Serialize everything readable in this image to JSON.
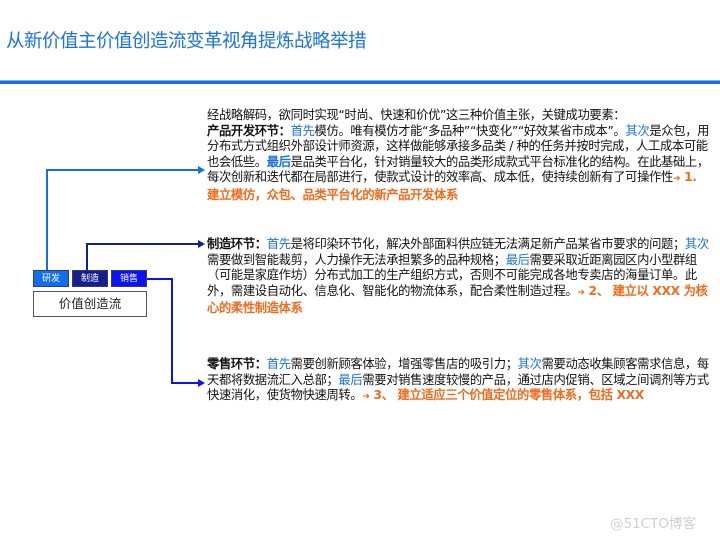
{
  "header": {
    "title": "从新价值主价值创造流变革视角提炼战略举措",
    "accent_color": "#1a73e8"
  },
  "diagram": {
    "value_stream_label": "价值创造流",
    "stages": [
      {
        "label": "研发",
        "color": "#0f6ff0"
      },
      {
        "label": "制造",
        "color": "#141f8f"
      },
      {
        "label": "销售",
        "color": "#0a14f0"
      }
    ]
  },
  "content": {
    "intro": "经战略解码，欲同时实现“时尚、快速和价优”这三种价值主张，关键成功要素：",
    "product_dev": {
      "heading": "产品开发环节：",
      "first_kw": "首先",
      "first_text": "模仿。唯有模仿才能“多品种”“快变化”“好效某省市成本”。",
      "second_kw": "其次",
      "second_text": "是众包，用分布式方式组织外部设计师资源，这样做能够承接多品类 / 种的任务并按时完成，人工成本可能也会低些。",
      "last_kw": "最后",
      "last_text": "是品类平台化，针对销量较大的品类形成款式平台标准化的结构。在此基础上，每次创新和迭代都在局部进行，使款式设计的效率高、成本低，使持续创新有了可操作性",
      "arrow": "➜",
      "result": " 1. 建立模仿，众包、品类平台化的新产品开发体系"
    },
    "manufacturing": {
      "heading": "制造环节：",
      "first_kw": "首先",
      "first_text": "是将印染环节化，解决外部面料供应链无法满足新产品某省市要求的问题；",
      "second_kw": "其次",
      "second_text": "需要做到智能裁剪，人力操作无法承担繁多的品种规格；",
      "last_kw": "最后",
      "last_text": "需要采取近距离园区内小型群组（可能是家庭作坊）分布式加工的生产组织方式，否则不可能完成各地专卖店的海量订单。此外，需建设自动化、信息化、智能化的物流体系，配合柔性制造过程。",
      "arrow": "➜",
      "result": " 2、 建立以 XXX 为核心的柔性制造体系"
    },
    "retail": {
      "heading": "零售环节：",
      "first_kw": "首先",
      "first_text": "需要创新顾客体验，增强零售店的吸引力；",
      "second_kw": "其次",
      "second_text": "需要动态收集顾客需求信息，每天都将数据流汇入总部；",
      "last_kw": "最后",
      "last_text": "需要对销售速度较慢的产品，通过店内促销、区域之间调剂等方式快速消化，使货物快速周转。",
      "arrow": "➜",
      "result": " 3、 建立适应三个价值定位的零售体系，包括 XXX"
    }
  },
  "watermark": "@51CTO博客"
}
